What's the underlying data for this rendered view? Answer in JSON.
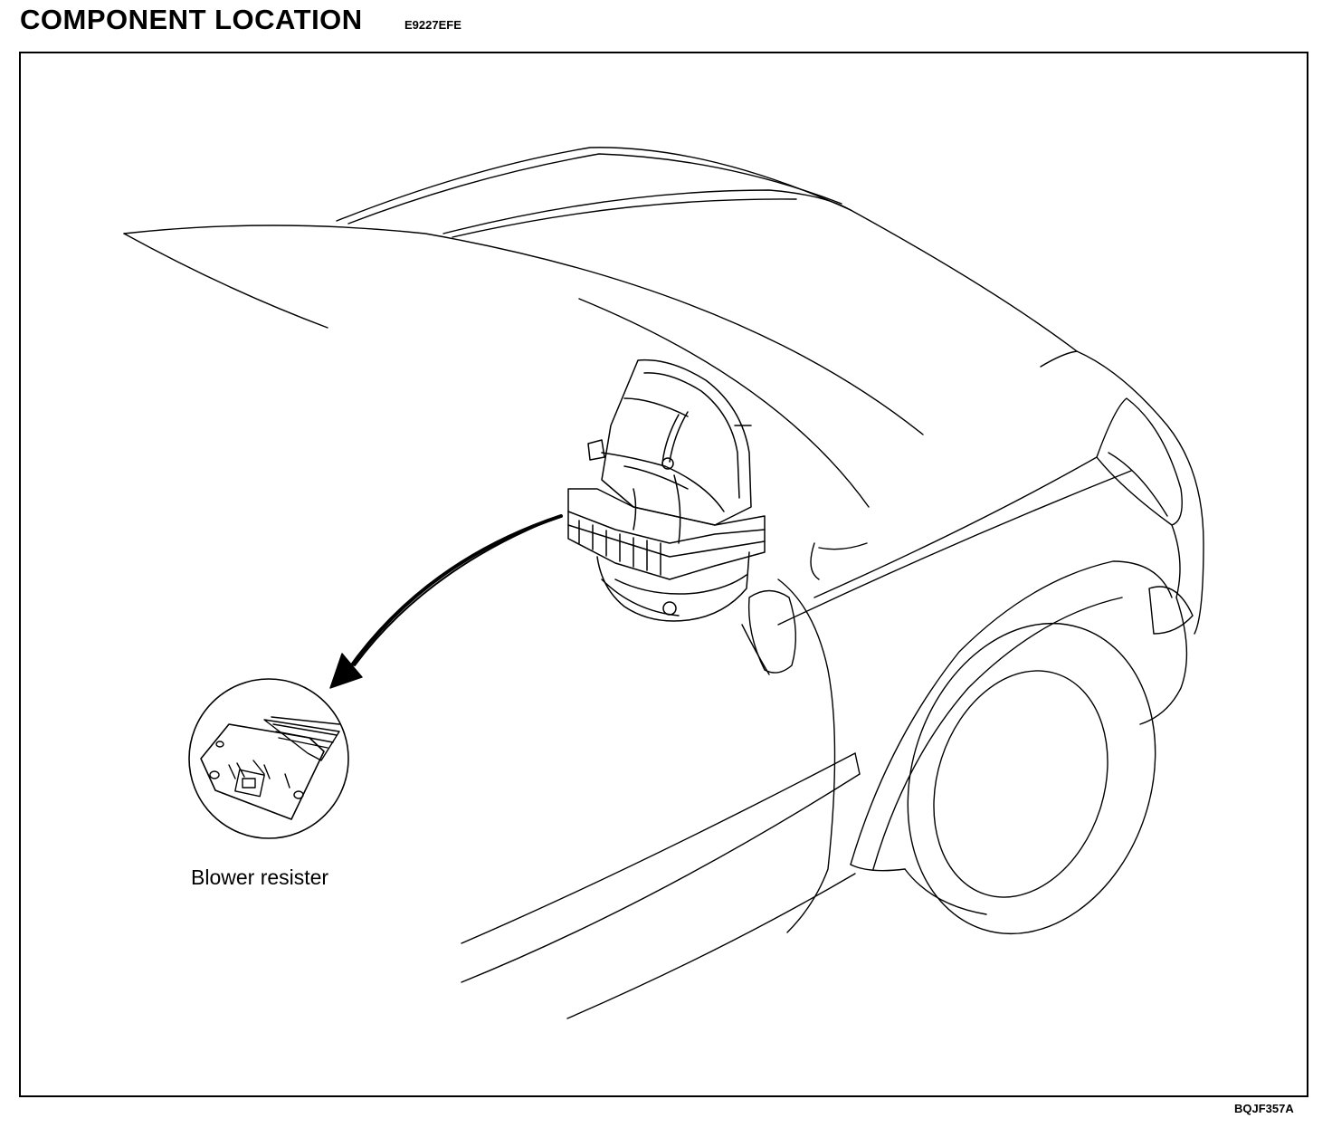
{
  "header": {
    "title": "COMPONENT LOCATION",
    "code": "E9227EFE"
  },
  "diagram": {
    "callout_label": "Blower resister",
    "figure_ref": "BQJF357A",
    "icons": [
      "car-body-outline",
      "blower-unit",
      "pointer-arrow",
      "blower-resistor-detail"
    ]
  }
}
